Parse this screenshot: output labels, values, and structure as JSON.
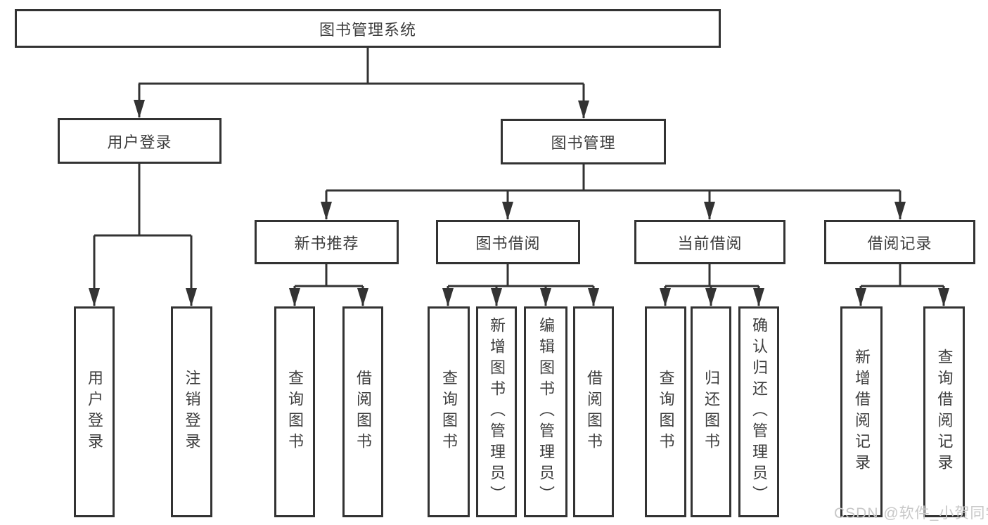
{
  "diagram_title": "图书管理系统",
  "tree": {
    "label": "图书管理系统",
    "children": [
      {
        "label": "用户登录",
        "children": [
          {
            "label": "用户登录"
          },
          {
            "label": "注销登录"
          }
        ]
      },
      {
        "label": "图书管理",
        "children": [
          {
            "label": "新书推荐",
            "children": [
              {
                "label": "查询图书"
              },
              {
                "label": "借阅图书"
              }
            ]
          },
          {
            "label": "图书借阅",
            "children": [
              {
                "label": "查询图书"
              },
              {
                "label": "新增图书（管理员）"
              },
              {
                "label": "编辑图书（管理员）"
              },
              {
                "label": "借阅图书"
              }
            ]
          },
          {
            "label": "当前借阅",
            "children": [
              {
                "label": "查询图书"
              },
              {
                "label": "归还图书"
              },
              {
                "label": "确认归还（管理员）"
              }
            ]
          },
          {
            "label": "借阅记录",
            "children": [
              {
                "label": "新增借阅记录"
              },
              {
                "label": "查询借阅记录"
              }
            ]
          }
        ]
      }
    ]
  },
  "watermark": "CSDN @软件_小贺同学",
  "colors": {
    "line": "#333333",
    "text": "#3d3d3d",
    "watermark": "#c8c8c8",
    "background": "#ffffff"
  }
}
